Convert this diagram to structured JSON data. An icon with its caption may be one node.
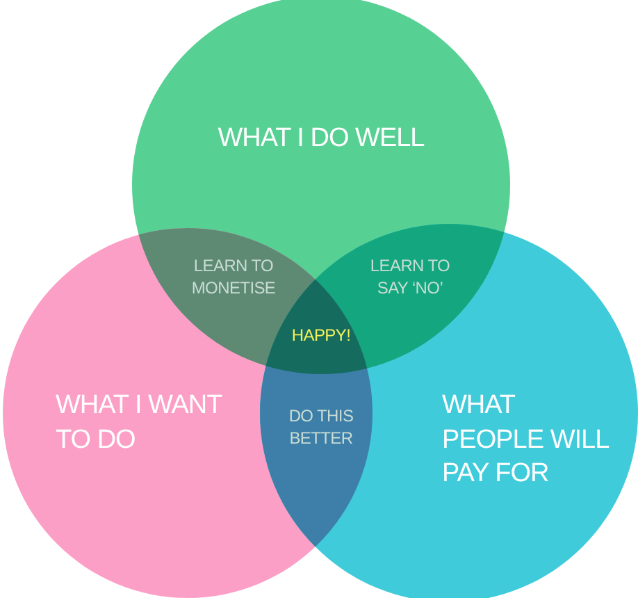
{
  "diagram": {
    "nodes": [
      {
        "text": [
          "WHAT I DO WELL"
        ]
      },
      {
        "text": [
          "WHAT I WANT TO DO"
        ]
      },
      {
        "text": [
          "WHAT PEOPLE WILL PAY FOR"
        ]
      }
    ],
    "labels": [
      "LEARN TO MONETISE",
      "LEARN TO SAY ‘NO’",
      "HAPPY!",
      "DO THIS BETTER"
    ]
  }
}
